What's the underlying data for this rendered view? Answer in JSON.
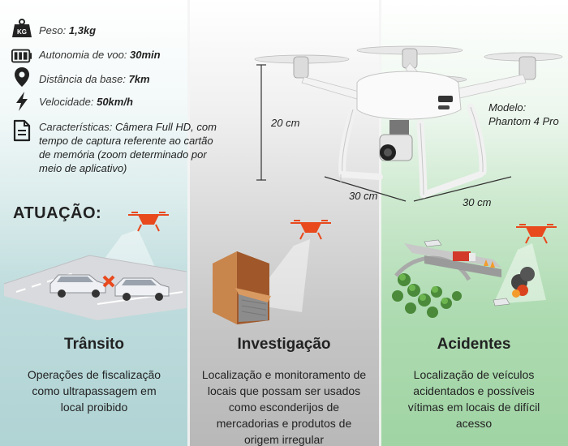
{
  "specs": {
    "weight": {
      "label": "Peso:",
      "value": "1,3kg",
      "icon_text": "KG"
    },
    "autonomy": {
      "label": "Autonomia de voo:",
      "value": "30min"
    },
    "distance": {
      "label": "Distância da base:",
      "value": "7km"
    },
    "speed": {
      "label": "Velocidade:",
      "value": "50km/h"
    },
    "features": {
      "label": "Características:",
      "value": "Câmera Full HD, com tempo de captura referente ao cartão de memória (zoom determinado por meio de aplicativo)"
    }
  },
  "drone": {
    "height": "20 cm",
    "width": "30 cm",
    "depth": "30 cm",
    "model_label": "Modelo:",
    "model_value": "Phantom 4 Pro"
  },
  "atuacao": "ATUAÇÃO:",
  "sections": [
    {
      "title": "Trânsito",
      "lines": [
        "Operações de fiscalização",
        "como ultrapassagem em",
        "local proibido"
      ]
    },
    {
      "title": "Investigação",
      "lines": [
        "Localização e monitoramento de",
        "locais que possam ser usados",
        "como esconderijos de",
        "mercadorias e produtos de",
        "origem irregular"
      ]
    },
    {
      "title": "Acidentes",
      "lines": [
        "Localização de veículos",
        "acidentados e possíveis",
        "vítimas em locais de difícil",
        "acesso"
      ]
    }
  ],
  "colors": {
    "drone_orange": "#e8491d",
    "teal_bg": "#b0d3d4",
    "gray_bg": "#b8b8b8",
    "green_bg": "#a0d4a4"
  }
}
